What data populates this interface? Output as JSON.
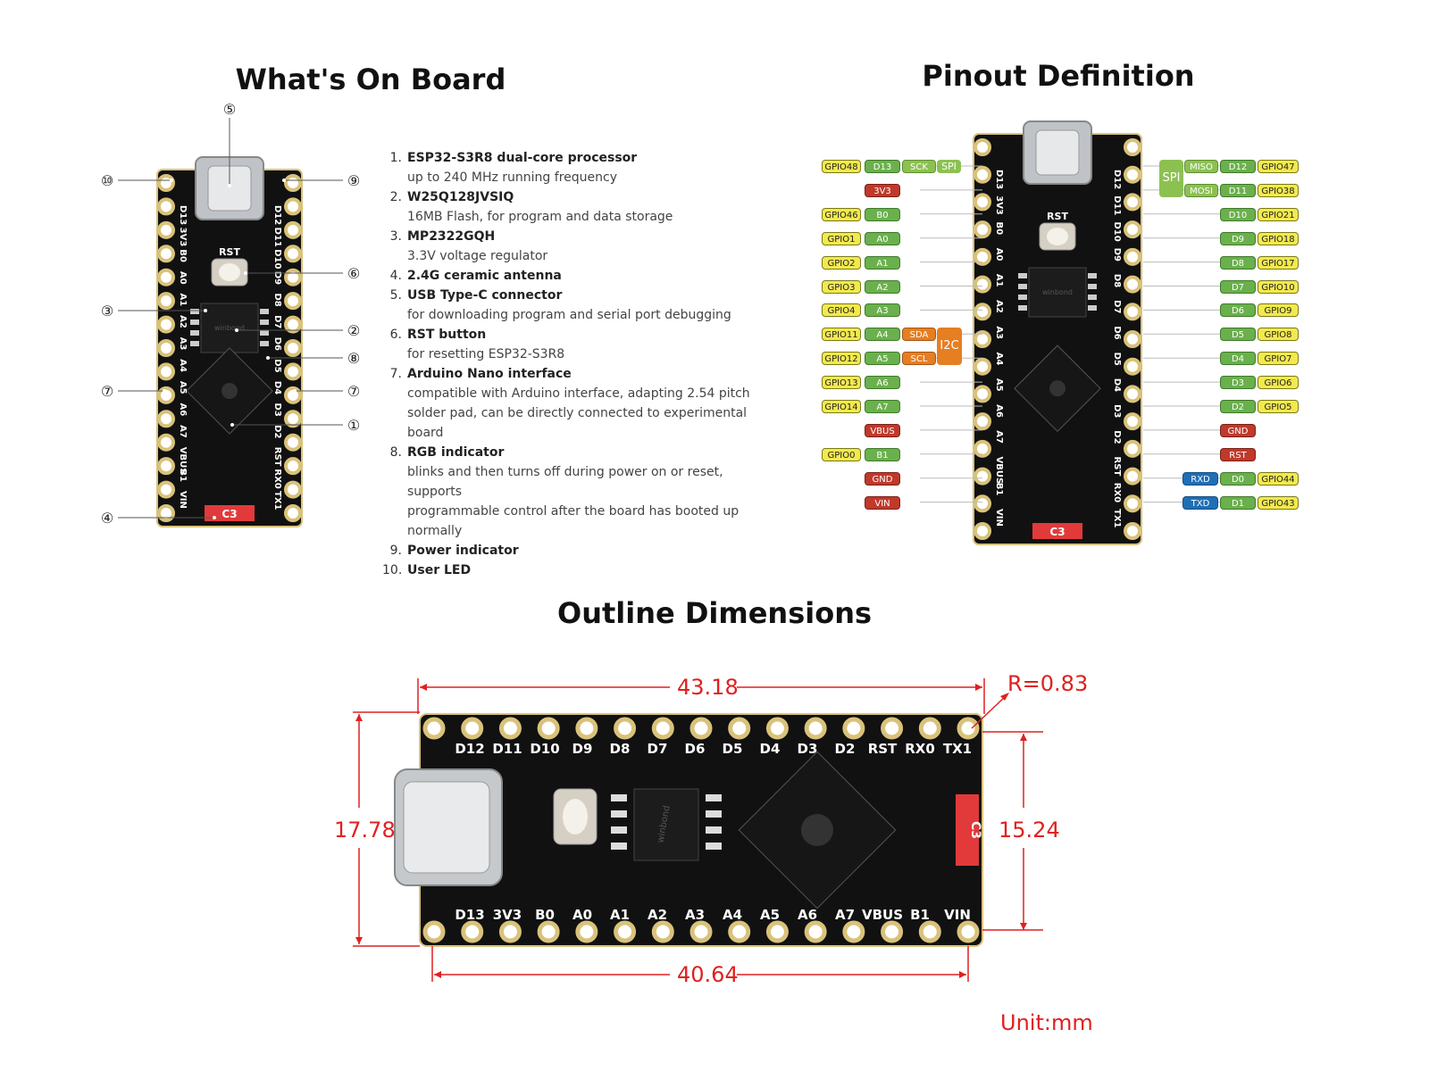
{
  "titles": {
    "board": "What's On Board",
    "pinout": "Pinout Definition",
    "outline": "Outline Dimensions"
  },
  "features": [
    {
      "num": "1.",
      "name": "ESP32-S3R8 dual-core processor",
      "desc": [
        "up to 240 MHz running frequency"
      ]
    },
    {
      "num": "2.",
      "name": "W25Q128JVSIQ",
      "desc": [
        "16MB Flash, for program and data storage"
      ]
    },
    {
      "num": "3.",
      "name": "MP2322GQH",
      "desc": [
        "3.3V voltage regulator"
      ]
    },
    {
      "num": "4.",
      "name": "2.4G ceramic antenna",
      "desc": []
    },
    {
      "num": "5.",
      "name": "USB Type-C connector",
      "desc": [
        "for downloading program and serial port debugging"
      ]
    },
    {
      "num": "6.",
      "name": "RST button",
      "desc": [
        "for resetting ESP32-S3R8"
      ]
    },
    {
      "num": "7.",
      "name": "Arduino Nano interface",
      "desc": [
        "compatible with Arduino interface, adapting 2.54 pitch",
        "solder pad, can be directly connected to experimental board"
      ]
    },
    {
      "num": "8.",
      "name": "RGB indicator",
      "desc": [
        "blinks and then turns off during power on or reset, supports",
        "programmable control after the board has booted up",
        "normally"
      ]
    },
    {
      "num": "9.",
      "name": "Power indicator",
      "desc": []
    },
    {
      "num": "10.",
      "name": "User LED",
      "desc": []
    }
  ],
  "callouts": [
    "①",
    "②",
    "③",
    "④",
    "⑤",
    "⑥",
    "⑦",
    "⑧",
    "⑨",
    "⑩"
  ],
  "board_labels": {
    "rst": "RST",
    "chip_brand": "winbond",
    "c3": "C3",
    "top_row": [
      "D12",
      "D11",
      "D10",
      "D9",
      "D8",
      "D7",
      "D6",
      "D5",
      "D4",
      "D3",
      "D2",
      "RST",
      "RX0",
      "TX1"
    ],
    "bottom_row": [
      "D13",
      "3V3",
      "B0",
      "A0",
      "A1",
      "A2",
      "A3",
      "A4",
      "A5",
      "A6",
      "A7",
      "VBUS",
      "B1",
      "VIN"
    ]
  },
  "pinout": {
    "left": [
      {
        "gpio": "GPIO48",
        "pin": "D13",
        "func": "SCK",
        "group": "SPI"
      },
      {
        "gpio": "",
        "pin": "3V3",
        "type": "pwr"
      },
      {
        "gpio": "GPIO46",
        "pin": "B0"
      },
      {
        "gpio": "GPIO1",
        "pin": "A0"
      },
      {
        "gpio": "GPIO2",
        "pin": "A1"
      },
      {
        "gpio": "GPIO3",
        "pin": "A2"
      },
      {
        "gpio": "GPIO4",
        "pin": "A3"
      },
      {
        "gpio": "GPIO11",
        "pin": "A4",
        "func": "SDA",
        "i2c": true
      },
      {
        "gpio": "GPIO12",
        "pin": "A5",
        "func": "SCL",
        "i2c": true
      },
      {
        "gpio": "GPIO13",
        "pin": "A6"
      },
      {
        "gpio": "GPIO14",
        "pin": "A7"
      },
      {
        "gpio": "",
        "pin": "VBUS",
        "type": "pwr"
      },
      {
        "gpio": "GPIO0",
        "pin": "B1"
      },
      {
        "gpio": "",
        "pin": "GND",
        "type": "pwr"
      },
      {
        "gpio": "",
        "pin": "VIN",
        "type": "pwr"
      }
    ],
    "right": [
      {
        "func": "MISO",
        "pin": "D12",
        "gpio": "GPIO47",
        "spi": true
      },
      {
        "func": "MOSI",
        "pin": "D11",
        "gpio": "GPIO38",
        "spi": true
      },
      {
        "pin": "D10",
        "gpio": "GPIO21"
      },
      {
        "pin": "D9",
        "gpio": "GPIO18"
      },
      {
        "pin": "D8",
        "gpio": "GPIO17"
      },
      {
        "pin": "D7",
        "gpio": "GPIO10"
      },
      {
        "pin": "D6",
        "gpio": "GPIO9"
      },
      {
        "pin": "D5",
        "gpio": "GPIO8"
      },
      {
        "pin": "D4",
        "gpio": "GPIO7"
      },
      {
        "pin": "D3",
        "gpio": "GPIO6"
      },
      {
        "pin": "D2",
        "gpio": "GPIO5"
      },
      {
        "pin": "GND",
        "type": "pwr"
      },
      {
        "pin": "RST",
        "type": "pwr"
      },
      {
        "func": "RXD",
        "pin": "D0",
        "gpio": "GPIO44",
        "uart": true
      },
      {
        "func": "TXD",
        "pin": "D1",
        "gpio": "GPIO43",
        "uart": true
      }
    ],
    "spi_label": "SPI",
    "i2c_label": "I2C"
  },
  "dimensions": {
    "length_outer": "43.18",
    "length_inner": "40.64",
    "width_outer": "17.78",
    "width_inner": "15.24",
    "radius": "R=0.83",
    "unit": "Unit:mm"
  },
  "colors": {
    "dimension": "#e02020",
    "pcb": "#111111",
    "pad": "#d9c27a"
  }
}
